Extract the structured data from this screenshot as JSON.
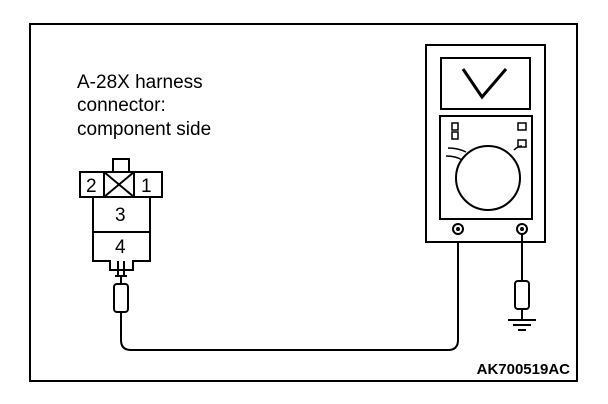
{
  "caption": {
    "lines": [
      "A-28X harness",
      "connector:",
      "component side"
    ]
  },
  "connector": {
    "pins": {
      "p2": "2",
      "p1": "1",
      "p3": "3",
      "p4": "4"
    }
  },
  "reference_code": "AK700519AC"
}
